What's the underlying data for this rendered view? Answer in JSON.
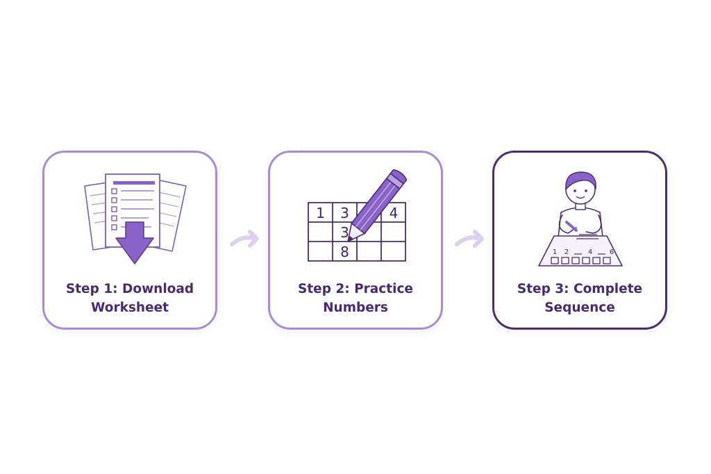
{
  "steps": [
    {
      "line1": "Step 1: Download",
      "line2": "Worksheet",
      "icon": "download-worksheet-icon"
    },
    {
      "line1": "Step 2: Practice",
      "line2": "Numbers",
      "icon": "number-grid-pencil-icon"
    },
    {
      "line1": "Step 3: Complete",
      "line2": "Sequence",
      "icon": "child-writing-icon"
    }
  ],
  "grid_digits": {
    "r1c1": "1",
    "r1c2": "3",
    "r1c4": "4",
    "r2c2": "3",
    "r3c2": "8"
  },
  "sequence_digits": {
    "d1": "1",
    "d2": "2",
    "d4": "4",
    "d6": "6"
  },
  "colors": {
    "light_border": "#a78bd6",
    "dark_border": "#4a2c73",
    "text": "#4a2873",
    "accent": "#8a63c9",
    "arrow": "#ddd0ee"
  }
}
